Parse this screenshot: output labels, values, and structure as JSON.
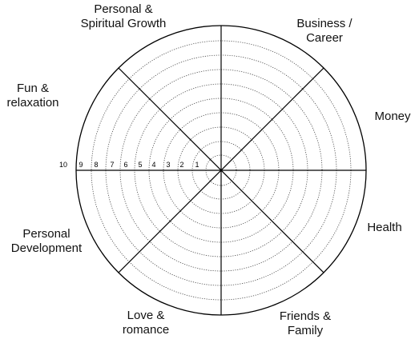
{
  "wheel": {
    "title": "",
    "segments": [
      {
        "key": "personal-spiritual",
        "lines": [
          "Personal &",
          "Spiritual Growth"
        ]
      },
      {
        "key": "business-career",
        "lines": [
          "Business /",
          "Career"
        ]
      },
      {
        "key": "money",
        "lines": [
          "Money"
        ]
      },
      {
        "key": "health",
        "lines": [
          "Health"
        ]
      },
      {
        "key": "friends-family",
        "lines": [
          "Friends &",
          "Family"
        ]
      },
      {
        "key": "love-romance",
        "lines": [
          "Love &",
          "romance"
        ]
      },
      {
        "key": "personal-development",
        "lines": [
          "Personal",
          "Development"
        ]
      },
      {
        "key": "fun-relaxation",
        "lines": [
          "Fun &",
          "relaxation"
        ]
      }
    ],
    "scale": [
      "1",
      "2",
      "3",
      "4",
      "5",
      "6",
      "7",
      "8",
      "9",
      "10"
    ],
    "colors": {
      "line": "#000000",
      "ring": "#444444",
      "text": "#111111"
    }
  }
}
